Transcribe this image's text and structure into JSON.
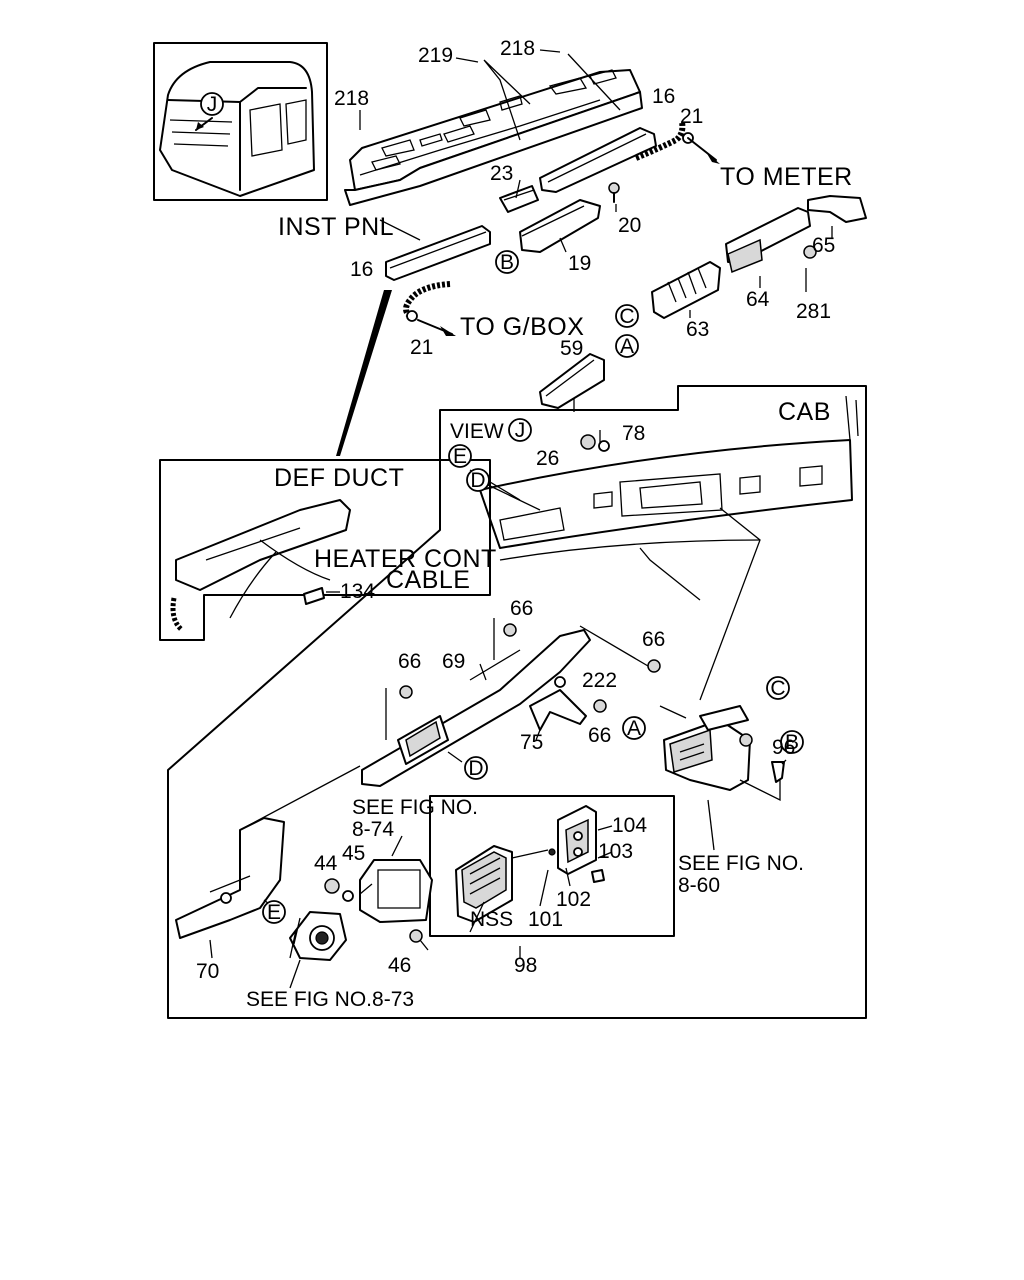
{
  "labels": {
    "n219": "219",
    "n218a": "218",
    "n218b": "218",
    "n16a": "16",
    "n21a": "21",
    "n23": "23",
    "n20": "20",
    "n19": "19",
    "n16b": "16",
    "n21b": "21",
    "n65": "65",
    "n64": "64",
    "n281": "281",
    "n63": "63",
    "n59": "59",
    "n78": "78",
    "n26": "26",
    "n134": "134",
    "n66a": "66",
    "n66b": "66",
    "n66c": "66",
    "n66d": "66",
    "n69": "69",
    "n222": "222",
    "n75": "75",
    "n96": "96",
    "n104": "104",
    "n103": "103",
    "n102": "102",
    "n101": "101",
    "n44": "44",
    "n45": "45",
    "n46": "46",
    "n70": "70",
    "n98": "98"
  },
  "callouts": {
    "to_meter": "TO METER",
    "inst_pnl": "INST PNL",
    "to_gbox": "TO G/BOX",
    "cab": "CAB",
    "view": "VIEW",
    "def_duct": "DEF DUCT",
    "heater_cont": "HEATER CONT",
    "cable": "CABLE",
    "see_fig_874_a": "SEE FIG NO.",
    "see_fig_874_b": "8-74",
    "see_fig_860_a": "SEE FIG NO.",
    "see_fig_860_b": "8-60",
    "see_fig_873": "SEE FIG NO.8-73",
    "nss": "NSS"
  },
  "circle_refs": {
    "j_cab": "J",
    "j_view": "J",
    "b_top": "B",
    "c_top": "C",
    "a_top": "A",
    "e_view": "E",
    "d_view": "D",
    "d_duct": "D",
    "c_right": "C",
    "b_right": "B",
    "a_right": "A",
    "e_bottom": "E"
  }
}
